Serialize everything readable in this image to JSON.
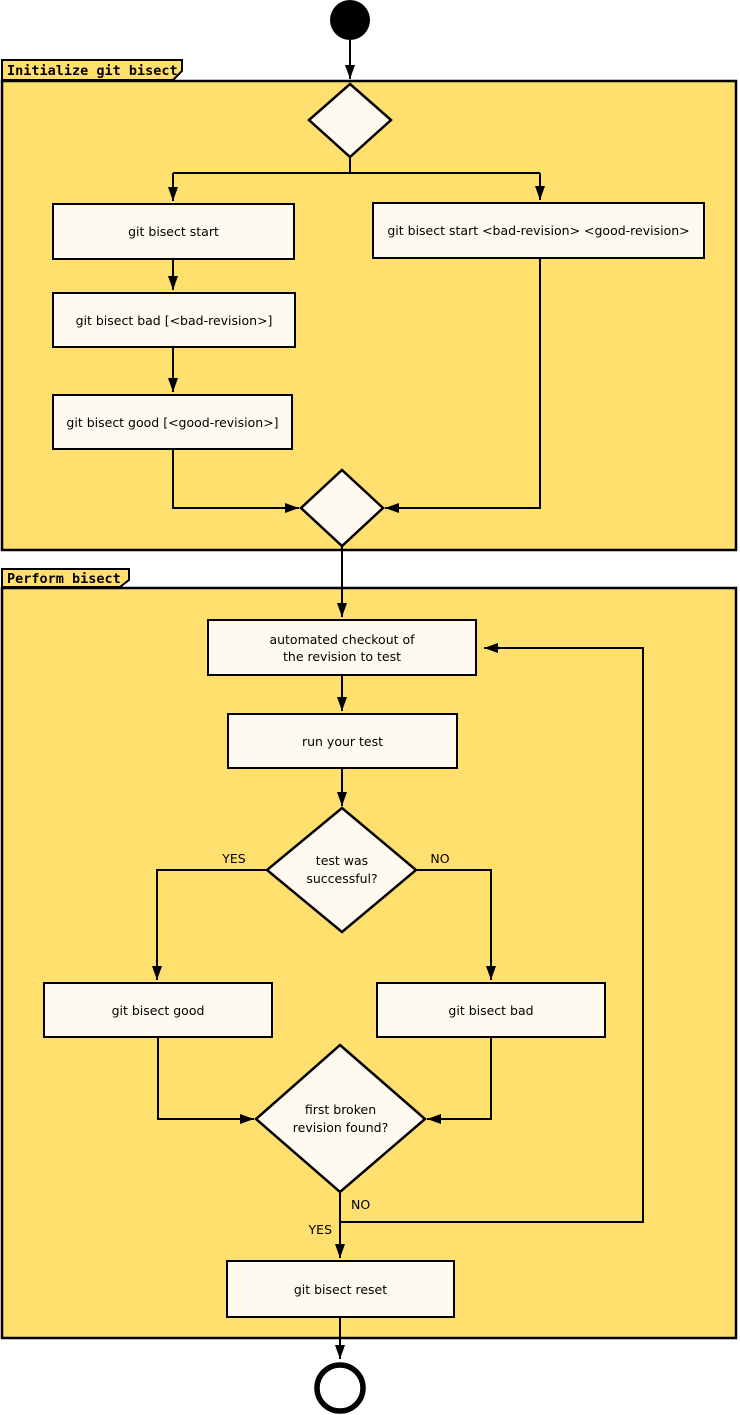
{
  "diagram": {
    "frames": [
      {
        "label": "Initialize git bisect"
      },
      {
        "label": "Perform bisect"
      }
    ],
    "nodes": {
      "start_simple": "git bisect start",
      "start_args": "git bisect start <bad-revision> <good-revision>",
      "bad_rev": "git bisect bad [<bad-revision>]",
      "good_rev": "git bisect good [<good-revision>]",
      "auto_checkout": "automated checkout of\nthe revision to test",
      "run_test": "run your test",
      "good": "git bisect good",
      "bad": "git bisect bad",
      "reset": "git bisect reset"
    },
    "decisions": {
      "test_successful": "test was\nsuccessful?",
      "first_broken": "first broken\nrevision found?"
    },
    "edge_labels": {
      "test_yes": "YES",
      "test_no": "NO",
      "broken_no": "NO",
      "broken_yes": "YES"
    },
    "colors": {
      "frame_fill": "#FFDF6E",
      "node_fill": "#FFFAF0",
      "line": "#000000"
    }
  }
}
